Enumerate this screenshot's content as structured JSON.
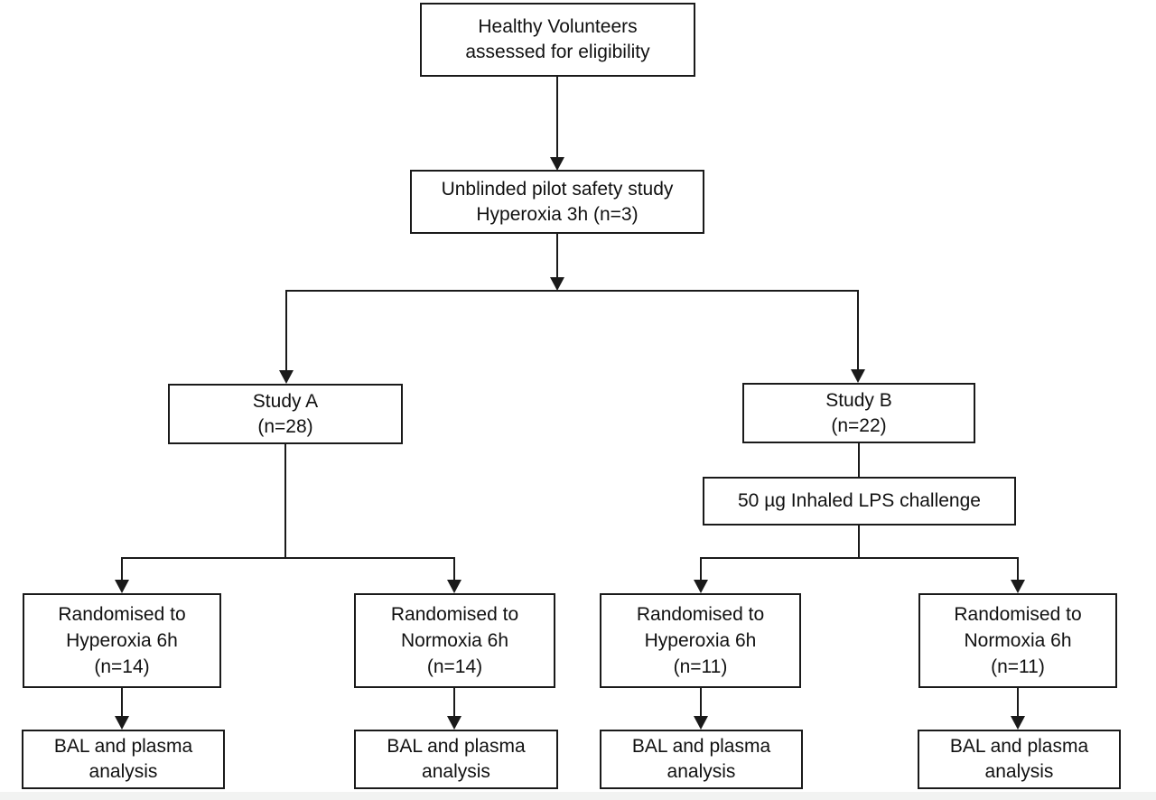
{
  "diagram": {
    "kind": "study-flow-diagram",
    "nodes": {
      "eligibility": "Healthy Volunteers\nassessed for eligibility",
      "pilot": "Unblinded pilot safety study\nHyperoxia 3h (n=3)",
      "study_a": "Study A\n(n=28)",
      "study_b": "Study B\n(n=22)",
      "lps": "50 µg Inhaled LPS challenge",
      "rand_a_hyperoxia": "Randomised to\nHyperoxia 6h\n(n=14)",
      "rand_a_normoxia": "Randomised to\nNormoxia 6h\n(n=14)",
      "rand_b_hyperoxia": "Randomised to\nHyperoxia 6h\n(n=11)",
      "rand_b_normoxia": "Randomised to\nNormoxia 6h\n(n=11)",
      "bal_a_hyperoxia": "BAL and plasma\nanalysis",
      "bal_a_normoxia": "BAL and plasma\nanalysis",
      "bal_b_hyperoxia": "BAL and plasma\nanalysis",
      "bal_b_normoxia": "BAL and plasma\nanalysis"
    },
    "colors": {
      "line": "#1a1a1a",
      "text": "#111111",
      "background": "#ffffff"
    }
  }
}
